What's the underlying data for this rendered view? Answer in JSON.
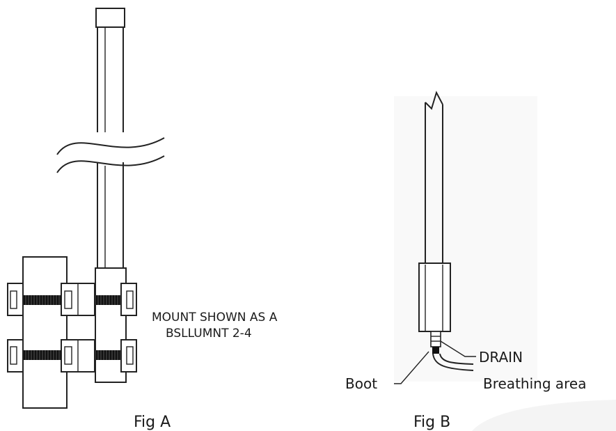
{
  "figure_a": {
    "caption": "Fig A",
    "mount_note_line1": "MOUNT SHOWN AS A",
    "mount_note_line2": "BSLLUMNT 2-4"
  },
  "figure_b": {
    "caption": "Fig B",
    "drain_label": "DRAIN",
    "breathing_label": "Breathing area",
    "boot_label": "Boot"
  },
  "colors": {
    "ink": "#222222",
    "background": "#ffffff",
    "panel": "#f7f7f7"
  }
}
